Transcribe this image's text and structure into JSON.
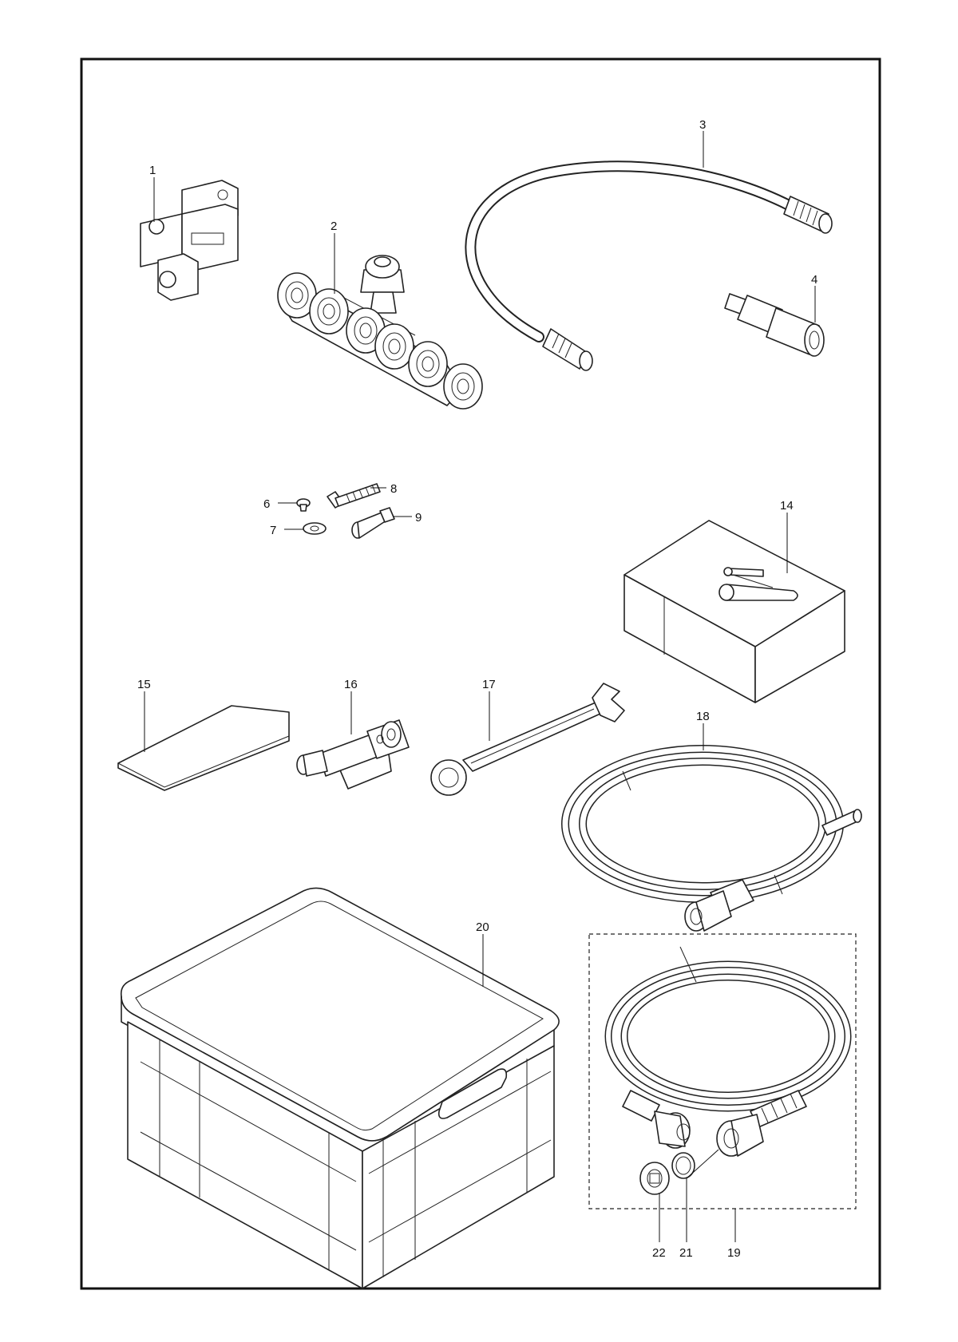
{
  "callouts": {
    "c1": "1",
    "c2": "2",
    "c3": "3",
    "c4": "4",
    "c6": "6",
    "c7": "7",
    "c8": "8",
    "c9": "9",
    "c14": "14",
    "c15": "15",
    "c16": "16",
    "c17": "17",
    "c18": "18",
    "c19": "19",
    "c20": "20",
    "c21": "21",
    "c22": "22"
  }
}
